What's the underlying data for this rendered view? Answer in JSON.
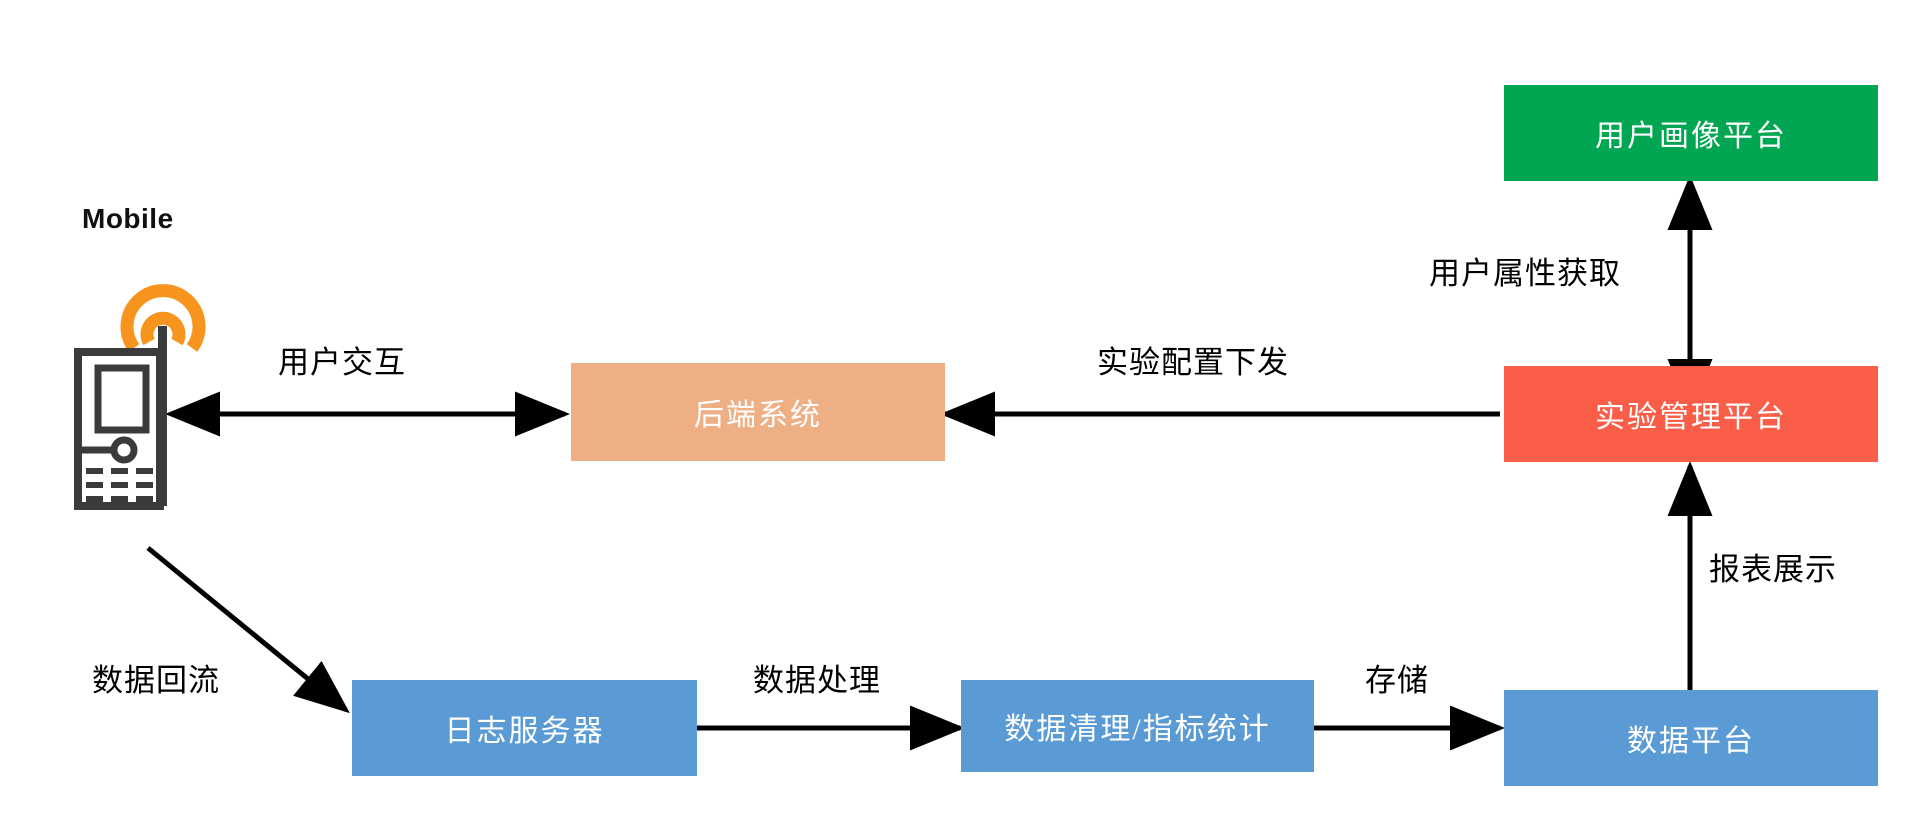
{
  "diagram": {
    "type": "architecture-flowchart",
    "background": "#FFFFFF",
    "mobile_label": "Mobile",
    "colors": {
      "green": "#00A651",
      "red": "#FB5E48",
      "peach": "#EFAF84",
      "blue": "#5B9BD5",
      "arrow": "#000000",
      "antenna_orange": "#F7941E",
      "phone_gray": "#3B3B3B",
      "node_text": "#FFFFFF",
      "label_text": "#000000"
    },
    "nodes": [
      {
        "id": "user-profile-platform",
        "label": "用户画像平台",
        "color": "#00A651"
      },
      {
        "id": "experiment-management-platform",
        "label": "实验管理平台",
        "color": "#FB5E48"
      },
      {
        "id": "backend-system",
        "label": "后端系统",
        "color": "#EFAF84"
      },
      {
        "id": "log-server",
        "label": "日志服务器",
        "color": "#5B9BD5"
      },
      {
        "id": "data-cleaning-metrics",
        "label": "数据清理/指标统计",
        "color": "#5B9BD5"
      },
      {
        "id": "data-platform",
        "label": "数据平台",
        "color": "#5B9BD5"
      }
    ],
    "edges": [
      {
        "id": "user-interaction",
        "label": "用户交互",
        "from": "mobile",
        "to": "backend-system",
        "direction": "both"
      },
      {
        "id": "experiment-config-push",
        "label": "实验配置下发",
        "from": "experiment-management-platform",
        "to": "backend-system",
        "direction": "to"
      },
      {
        "id": "user-attribute-fetch",
        "label": "用户属性获取",
        "from": "experiment-management-platform",
        "to": "user-profile-platform",
        "direction": "both"
      },
      {
        "id": "report-display",
        "label": "报表展示",
        "from": "data-platform",
        "to": "experiment-management-platform",
        "direction": "to"
      },
      {
        "id": "data-backflow",
        "label": "数据回流",
        "from": "mobile",
        "to": "log-server",
        "direction": "to"
      },
      {
        "id": "data-processing",
        "label": "数据处理",
        "from": "log-server",
        "to": "data-cleaning-metrics",
        "direction": "to"
      },
      {
        "id": "storage",
        "label": "存储",
        "from": "data-cleaning-metrics",
        "to": "data-platform",
        "direction": "to"
      }
    ]
  }
}
